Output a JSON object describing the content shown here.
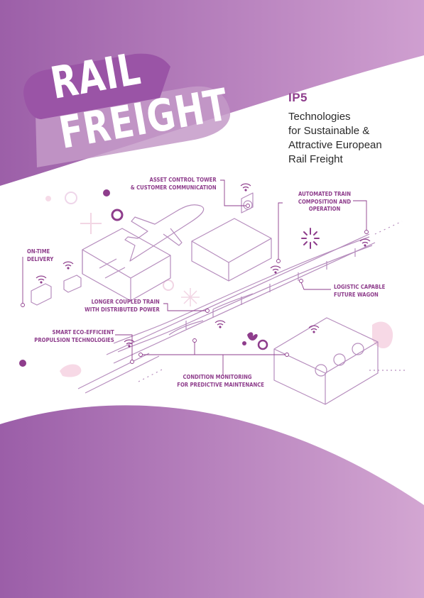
{
  "title": {
    "line1": "RAIL",
    "line2": "FREIGHT"
  },
  "programme": {
    "code": "IP5",
    "subtitle_lines": [
      "Technologies",
      "for Sustainable &",
      "Attractive European",
      "Rail Freight"
    ]
  },
  "callouts": {
    "asset_control": [
      "ASSET CONTROL TOWER",
      "& CUSTOMER COMMUNICATION"
    ],
    "automated": [
      "AUTOMATED TRAIN",
      "COMPOSITION AND",
      "OPERATION"
    ],
    "on_time": [
      "ON-TIME",
      "DELIVERY"
    ],
    "logistic": [
      "LOGISTIC CAPABLE",
      "FUTURE WAGON"
    ],
    "longer": [
      "LONGER COUPLED TRAIN",
      "WITH DISTRIBUTED POWER"
    ],
    "smart": [
      "SMART ECO-EFFICIENT",
      "PROPULSION TECHNOLOGIES"
    ],
    "condition": [
      "CONDITION MONITORING",
      "FOR PREDICTIVE MAINTENANCE"
    ]
  },
  "colors": {
    "purple_dark": "#9c5fa8",
    "purple_light": "#cf9fd0",
    "accent": "#8e3d8c",
    "line_art": "#b68dbd"
  }
}
